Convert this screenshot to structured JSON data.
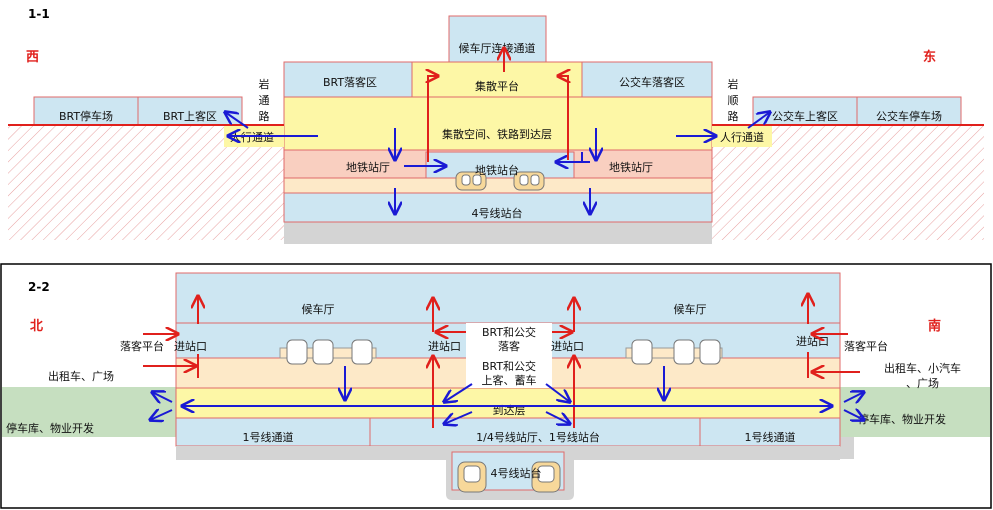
{
  "section1": {
    "title": "1-1",
    "dir_west": "西",
    "dir_east": "东",
    "waiting_link": "候车厅连接通道",
    "brt_dropoff": "BRT落客区",
    "distribution_platform": "集散平台",
    "bus_dropoff": "公交车落客区",
    "yantong_road": "岩通路",
    "yanshun_road": "岩顺路",
    "brt_parking": "BRT停车场",
    "brt_pickup": "BRT上客区",
    "ped_passage_left": "人行通道",
    "ped_passage_right": "人行通道",
    "concourse": "集散空间、铁路到达层",
    "bus_pickup": "公交车上客区",
    "bus_parking": "公交车停车场",
    "metro_hall_left": "地铁站厅",
    "metro_platform": "地铁站台",
    "metro_hall_right": "地铁站厅",
    "line4_platform": "4号线站台"
  },
  "section2": {
    "title": "2-2",
    "dir_north": "北",
    "dir_south": "南",
    "waiting_hall_left": "候车厅",
    "waiting_hall_right": "候车厅",
    "brt_bus_dropoff_1": "BRT和公交",
    "brt_bus_dropoff_2": "落客",
    "brt_bus_pickup_1": "BRT和公交",
    "brt_bus_pickup_2": "上客、蓄车",
    "dropoff_platform_left": "落客平台",
    "entrance_1": "进站口",
    "entrance_2": "进站口",
    "entrance_3": "进站口",
    "entrance_4": "进站口",
    "dropoff_platform_right": "落客平台",
    "taxi_plaza": "出租车、广场",
    "taxi_car_plaza_1": "出租车、小汽车",
    "taxi_car_plaza_2": "、广场",
    "arrival_level": "到达层",
    "parking_left": "停车库、物业开发",
    "parking_right": "停车库、物业开发",
    "line1_passage_left": "1号线通道",
    "line14_hall": "1/4号线站厅、1号线站台",
    "line1_passage_right": "1号线通道",
    "line4_platform": "4号线站台"
  },
  "colors": {
    "blue_fill": "#cde6f2",
    "yellow_fill": "#fdf7a6",
    "salmon_fill": "#f9cfc0",
    "beige_fill": "#fde9c8",
    "green_fill": "#c6dfc0",
    "gray_fill": "#d4d4d4",
    "line_red": "#e0201c",
    "arrow_blue": "#1a1ad4",
    "arrow_red": "#e0201c"
  }
}
